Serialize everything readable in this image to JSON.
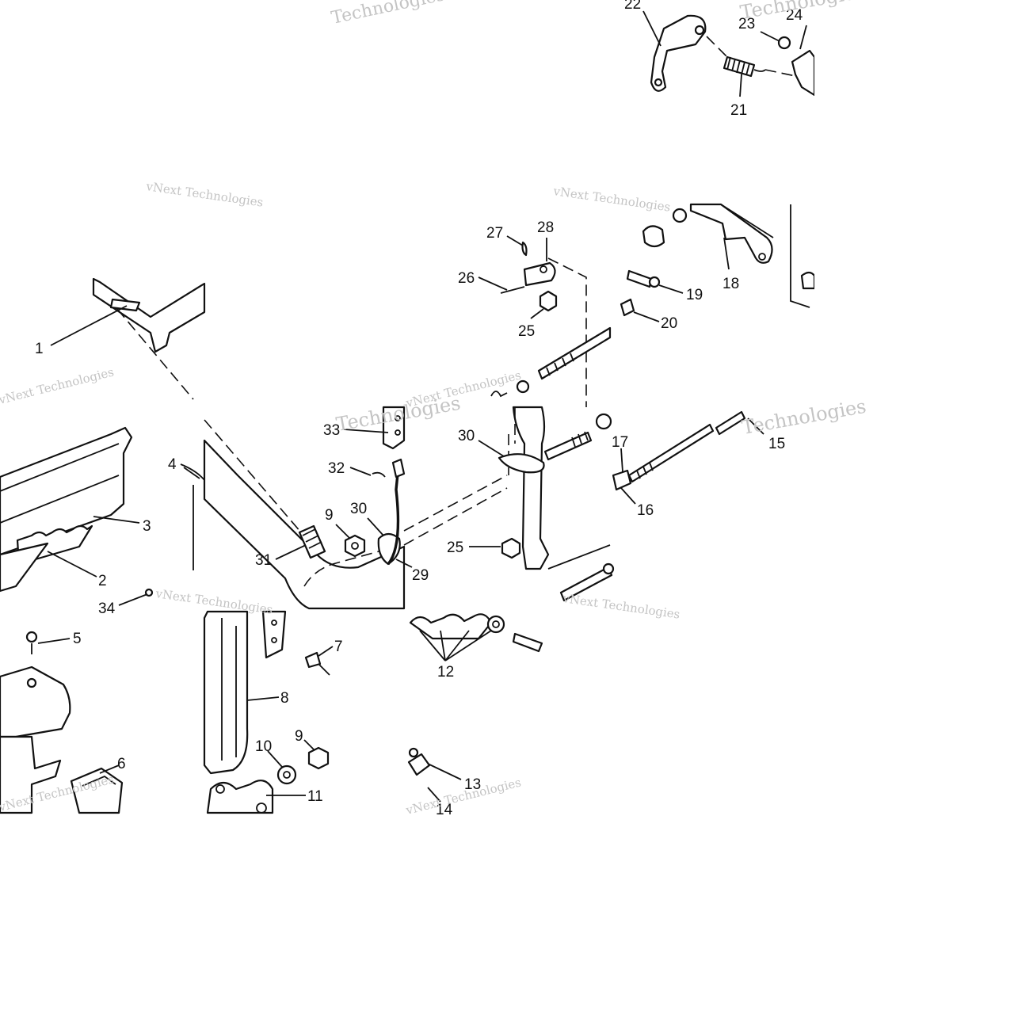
{
  "diagram": {
    "labels": [
      {
        "id": "1",
        "text": "1"
      },
      {
        "id": "2",
        "text": "2"
      },
      {
        "id": "3",
        "text": "3"
      },
      {
        "id": "4",
        "text": "4"
      },
      {
        "id": "5",
        "text": "5"
      },
      {
        "id": "6",
        "text": "6"
      },
      {
        "id": "7",
        "text": "7"
      },
      {
        "id": "8",
        "text": "8"
      },
      {
        "id": "9a",
        "text": "9"
      },
      {
        "id": "9b",
        "text": "9"
      },
      {
        "id": "10",
        "text": "10"
      },
      {
        "id": "11",
        "text": "11"
      },
      {
        "id": "12",
        "text": "12"
      },
      {
        "id": "13",
        "text": "13"
      },
      {
        "id": "14",
        "text": "14"
      },
      {
        "id": "15",
        "text": "15"
      },
      {
        "id": "16",
        "text": "16"
      },
      {
        "id": "17",
        "text": "17"
      },
      {
        "id": "18",
        "text": "18"
      },
      {
        "id": "19",
        "text": "19"
      },
      {
        "id": "20",
        "text": "20"
      },
      {
        "id": "21",
        "text": "21"
      },
      {
        "id": "22",
        "text": "22"
      },
      {
        "id": "23",
        "text": "23"
      },
      {
        "id": "24",
        "text": "24"
      },
      {
        "id": "25a",
        "text": "25"
      },
      {
        "id": "25b",
        "text": "25"
      },
      {
        "id": "26",
        "text": "26"
      },
      {
        "id": "27",
        "text": "27"
      },
      {
        "id": "28",
        "text": "28"
      },
      {
        "id": "29",
        "text": "29"
      },
      {
        "id": "30a",
        "text": "30"
      },
      {
        "id": "30b",
        "text": "30"
      },
      {
        "id": "31",
        "text": "31"
      },
      {
        "id": "32",
        "text": "32"
      },
      {
        "id": "33",
        "text": "33"
      },
      {
        "id": "34",
        "text": "34"
      }
    ],
    "watermarks": [
      {
        "id": "w1",
        "text": "Technologies"
      },
      {
        "id": "w2",
        "text": "vNext Technologies"
      },
      {
        "id": "w3",
        "text": "vNext Technologies"
      },
      {
        "id": "w4",
        "text": "vNext Technologies"
      },
      {
        "id": "w5",
        "text": "Technologies"
      },
      {
        "id": "w6",
        "text": "vNext Technologies"
      },
      {
        "id": "w7",
        "text": "vNext Technologies"
      },
      {
        "id": "w8",
        "text": "Technologies"
      },
      {
        "id": "w9",
        "text": "vNext Technologies"
      },
      {
        "id": "w10",
        "text": "Technologies"
      },
      {
        "id": "w11",
        "text": "vNext Technologies"
      },
      {
        "id": "w12",
        "text": "vNext Technologies"
      }
    ]
  }
}
